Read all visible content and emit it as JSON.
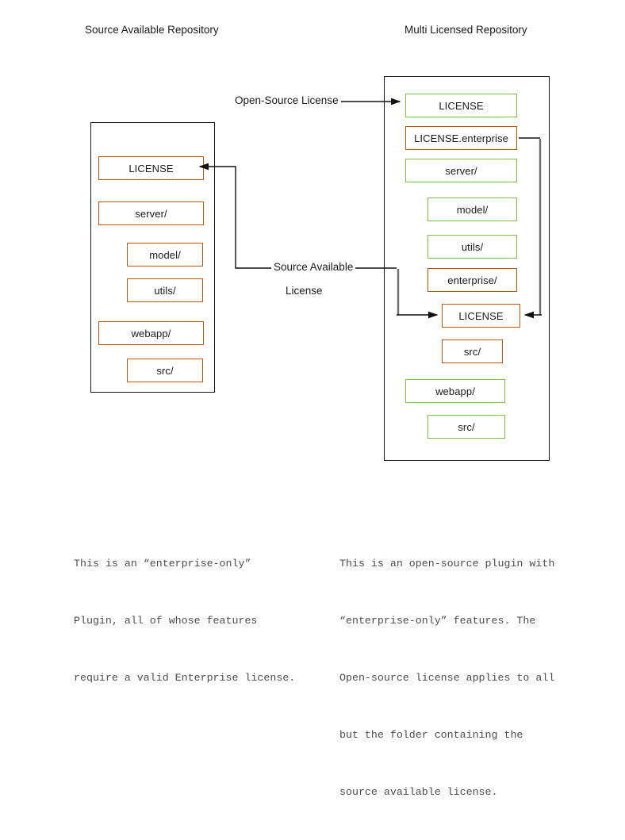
{
  "colors": {
    "orange": "#c0560c",
    "green": "#80bf40",
    "frame": "#1a1a1a",
    "arrow_black": "#111111",
    "arrow_gray": "#6e6e6e",
    "caption_text": "#4d4d4d",
    "background": "#ffffff"
  },
  "panels": {
    "left": {
      "title": "Source Available Repository",
      "nodes": [
        {
          "label": "LICENSE",
          "color": "orange",
          "indent": 0
        },
        {
          "label": "server/",
          "color": "orange",
          "indent": 0
        },
        {
          "label": "model/",
          "color": "orange",
          "indent": 1
        },
        {
          "label": "utils/",
          "color": "orange",
          "indent": 1
        },
        {
          "label": "webapp/",
          "color": "orange",
          "indent": 0
        },
        {
          "label": "src/",
          "color": "orange",
          "indent": 1
        }
      ]
    },
    "right": {
      "title": "Multi Licensed Repository",
      "nodes": [
        {
          "label": "LICENSE",
          "color": "green",
          "indent": 0
        },
        {
          "label": "LICENSE.enterprise",
          "color": "orange",
          "indent": 0
        },
        {
          "label": "server/",
          "color": "green",
          "indent": 0
        },
        {
          "label": "model/",
          "color": "green",
          "indent": 1
        },
        {
          "label": "utils/",
          "color": "green",
          "indent": 1
        },
        {
          "label": "enterprise/",
          "color": "orange",
          "indent": 1
        },
        {
          "label": "LICENSE",
          "color": "orange",
          "indent": 1
        },
        {
          "label": "src/",
          "color": "orange",
          "indent": 1
        },
        {
          "label": "webapp/",
          "color": "green",
          "indent": 0
        },
        {
          "label": "src/",
          "color": "green",
          "indent": 1
        }
      ]
    }
  },
  "edges": {
    "open_source_license": {
      "label": "Open-Source License"
    },
    "source_available_license": {
      "label_line1": "Source Available",
      "label_line2": "License"
    }
  },
  "captions": {
    "left": "This is an “enter​prise-only”\nPlugin, all of whose features\nrequire a valid Enterprise license.",
    "left_lines": [
      "This is an “enterprise-only”",
      "Plugin, all of whose features",
      "require a valid Enterprise license."
    ],
    "right_lines": [
      "This is an open-source plugin with",
      "“enterprise-only” features. The",
      "Open-source license applies to all",
      "but the folder containing the",
      "source available license."
    ]
  }
}
